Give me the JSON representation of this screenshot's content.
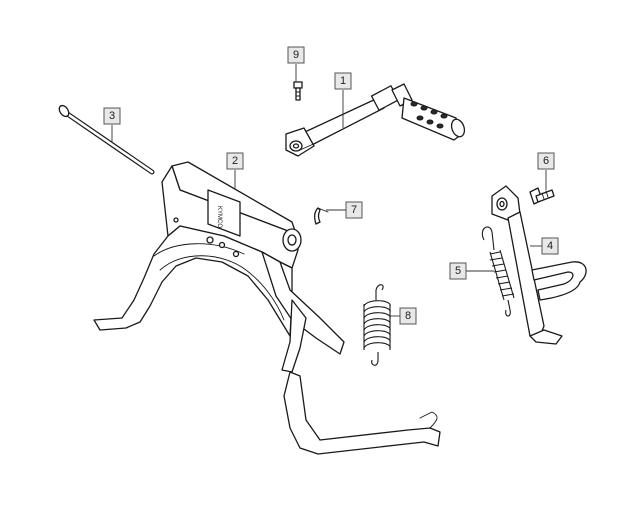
{
  "callouts": [
    {
      "label": "1",
      "part": "kick-starter-arm"
    },
    {
      "label": "2",
      "part": "main-stand"
    },
    {
      "label": "3",
      "part": "stand-pivot-shaft"
    },
    {
      "label": "4",
      "part": "side-stand"
    },
    {
      "label": "5",
      "part": "side-stand-spring"
    },
    {
      "label": "6",
      "part": "side-stand-bolt"
    },
    {
      "label": "7",
      "part": "cotter-pin"
    },
    {
      "label": "8",
      "part": "main-stand-spring"
    },
    {
      "label": "9",
      "part": "kick-arm-bolt"
    }
  ],
  "stand_stamp": "KYMCO",
  "colors": {
    "line": "#1a1a1a",
    "callout_fill": "#e8e8e8",
    "callout_border": "#555555",
    "background": "#ffffff"
  }
}
